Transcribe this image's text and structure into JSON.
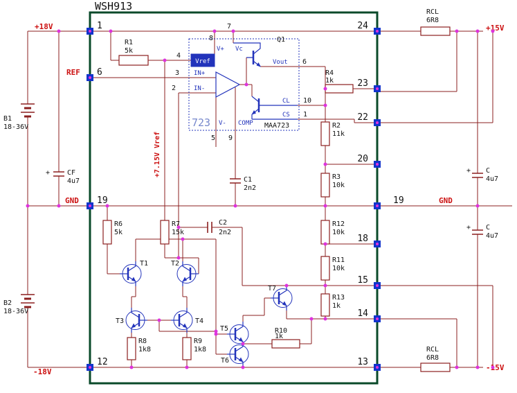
{
  "title": "WSH913",
  "rails": {
    "p18": "+18V",
    "ref": "REF",
    "gnd_left": "GND",
    "m18": "-18V",
    "p15": "+15V",
    "gnd_right": "GND",
    "m15": "-15V",
    "vref_note": "+7.15V Vref"
  },
  "pins": {
    "left": [
      "1",
      "6",
      "19",
      "12"
    ],
    "right": [
      "24",
      "23",
      "22",
      "20",
      "19",
      "18",
      "15",
      "14",
      "13"
    ]
  },
  "batteries": {
    "b1": {
      "ref": "B1",
      "val": "18-36V"
    },
    "b2": {
      "ref": "B2",
      "val": "18-36V"
    }
  },
  "capacitors": {
    "cf": {
      "plus": "+",
      "ref": "CF",
      "val": "4u7"
    },
    "c_top": {
      "plus": "+",
      "ref": "C",
      "val": "4u7"
    },
    "c_bot": {
      "plus": "+",
      "ref": "C",
      "val": "4u7"
    },
    "c1": {
      "ref": "C1",
      "val": "2n2"
    },
    "c2": {
      "ref": "C2",
      "val": "2n2"
    }
  },
  "resistors": {
    "rcl_top": {
      "ref": "RCL",
      "val": "6R8"
    },
    "rcl_bot": {
      "ref": "RCL",
      "val": "6R8"
    },
    "r1": {
      "ref": "R1",
      "val": "5k"
    },
    "r2": {
      "ref": "R2",
      "val": "11k"
    },
    "r3": {
      "ref": "R3",
      "val": "10k"
    },
    "r4": {
      "ref": "R4",
      "val": "1k"
    },
    "r6": {
      "ref": "R6",
      "val": "5k"
    },
    "r7": {
      "ref": "R7",
      "val": "15k"
    },
    "r8": {
      "ref": "R8",
      "val": "1k8"
    },
    "r9": {
      "ref": "R9",
      "val": "1k8"
    },
    "r10": {
      "ref": "R10",
      "val": "1k"
    },
    "r11": {
      "ref": "R11",
      "val": "10k"
    },
    "r12": {
      "ref": "R12",
      "val": "10k"
    },
    "r13": {
      "ref": "R13",
      "val": "1k"
    }
  },
  "transistors": {
    "t1": "T1",
    "t2": "T2",
    "t3": "T3",
    "t4": "T4",
    "t5": "T5",
    "t6": "T6",
    "t7": "T7",
    "q1": "Q1"
  },
  "ic": {
    "name": "723",
    "part": "MAA723",
    "vref": "Vref",
    "pins": {
      "p8": "8",
      "p7": "7",
      "p4": "4",
      "p3": "3",
      "p2": "2",
      "p6": "6",
      "p10": "10",
      "p1": "1",
      "p5": "5",
      "p9": "9"
    },
    "signals": {
      "vplus": "V+",
      "vc": "Vc",
      "inp": "IN+",
      "inn": "IN-",
      "vout": "Vout",
      "cl": "CL",
      "cs": "CS",
      "vminus": "V-",
      "comp": "COMP"
    }
  }
}
